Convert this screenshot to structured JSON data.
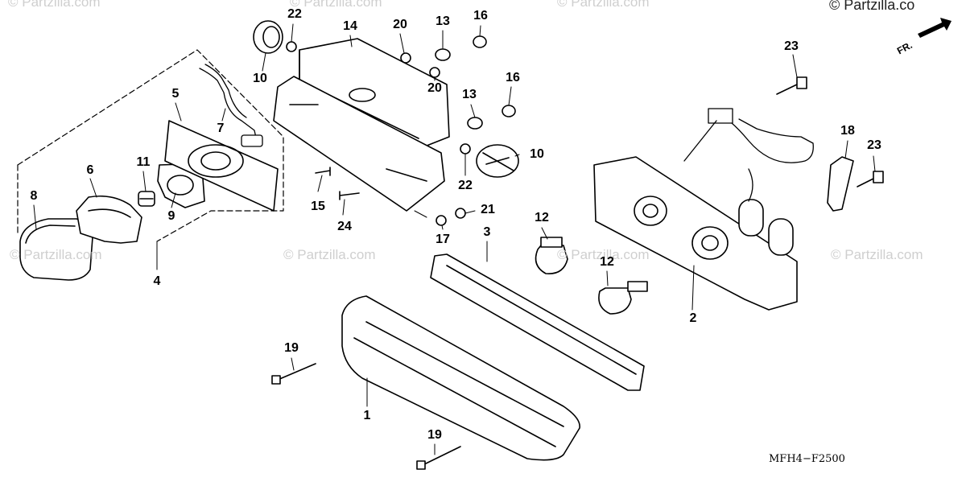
{
  "copyright_corner": "© Partzilla.co",
  "watermark_text": "© Partzilla.com",
  "diagram_code": "MFH4−F2500",
  "direction_label": "FR.",
  "callouts": [
    "1",
    "2",
    "3",
    "4",
    "5",
    "6",
    "7",
    "8",
    "9",
    "10",
    "10",
    "11",
    "12",
    "12",
    "13",
    "13",
    "14",
    "15",
    "16",
    "16",
    "17",
    "18",
    "19",
    "19",
    "20",
    "20",
    "21",
    "22",
    "22",
    "23",
    "23",
    "24"
  ]
}
